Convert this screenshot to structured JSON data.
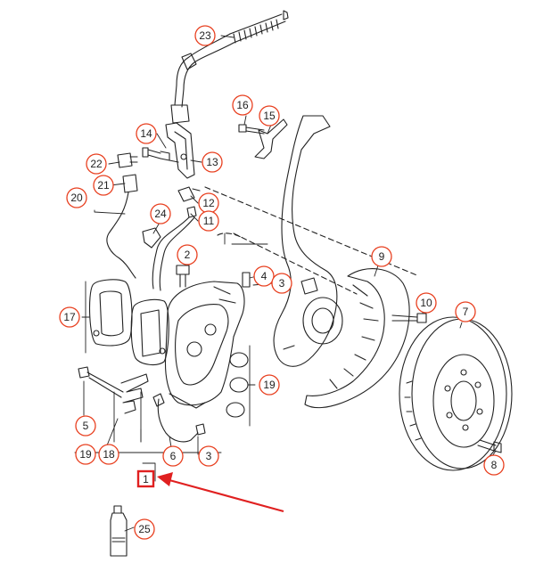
{
  "diagram": {
    "callouts": [
      {
        "id": "23",
        "label": "23"
      },
      {
        "id": "16",
        "label": "16"
      },
      {
        "id": "15",
        "label": "15"
      },
      {
        "id": "14",
        "label": "14"
      },
      {
        "id": "13",
        "label": "13"
      },
      {
        "id": "22",
        "label": "22"
      },
      {
        "id": "21",
        "label": "21"
      },
      {
        "id": "20",
        "label": "20"
      },
      {
        "id": "12",
        "label": "12"
      },
      {
        "id": "11",
        "label": "11"
      },
      {
        "id": "24",
        "label": "24"
      },
      {
        "id": "2",
        "label": "2"
      },
      {
        "id": "4",
        "label": "4"
      },
      {
        "id": "3a",
        "label": "3"
      },
      {
        "id": "17",
        "label": "17"
      },
      {
        "id": "9",
        "label": "9"
      },
      {
        "id": "10",
        "label": "10"
      },
      {
        "id": "7",
        "label": "7"
      },
      {
        "id": "19a",
        "label": "19"
      },
      {
        "id": "5",
        "label": "5"
      },
      {
        "id": "19b",
        "label": "19"
      },
      {
        "id": "18",
        "label": "18"
      },
      {
        "id": "6",
        "label": "6"
      },
      {
        "id": "3b",
        "label": "3"
      },
      {
        "id": "8",
        "label": "8"
      },
      {
        "id": "25",
        "label": "25"
      }
    ],
    "highlight_box": {
      "label": "1"
    },
    "arrow_color": "#e02020",
    "callout_color": "#e84020",
    "line_color": "#222222"
  }
}
